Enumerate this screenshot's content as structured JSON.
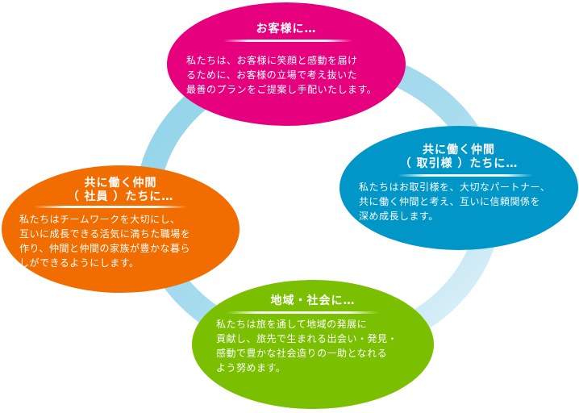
{
  "colors": {
    "ring": "#8fd3e8",
    "customers": "#e6007e",
    "partners": "#0096c8",
    "employees": "#f26d00",
    "community": "#7ac000"
  },
  "customers": {
    "title": "お客様に…",
    "lines": [
      "私たちは、お客様に笑顔と感動を届け",
      "るために、お客様の立場で考え抜いた",
      "最善のプランをご提案し手配いたします。"
    ]
  },
  "partners": {
    "title_lines": [
      "共に働く仲間",
      "（ 取引様 ）たちに…"
    ],
    "lines": [
      "私たちはお取引様を、大切なパートナー、",
      "共に働く仲間と考え、互いに信頼関係を",
      "深め成長します。"
    ]
  },
  "employees": {
    "title_lines": [
      "共に働く仲間",
      "（ 社員 ）たちに…"
    ],
    "lines": [
      "私たちはチームワークを大切にし、",
      "互いに成長できる活気に満ちた職場を",
      "作り、仲間と仲間の家族が豊かな暮ら",
      "しができるようにします。"
    ]
  },
  "community": {
    "title": "地域・社会に…",
    "lines": [
      "私たちは旅を通して地域の発展に",
      "貢献し、旅先で生まれる出会い・発見・",
      "感動で豊かな社会造りの一助となれる",
      "よう努めます。"
    ]
  }
}
